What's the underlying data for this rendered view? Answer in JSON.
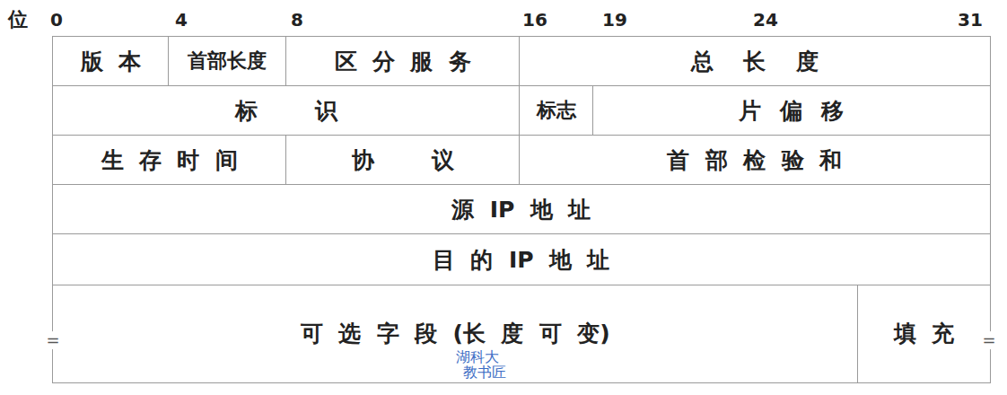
{
  "diagram": {
    "nodes": [
      {
        "text": [
          "版 本"
        ]
      },
      {
        "text": [
          "首部长度"
        ]
      },
      {
        "text": [
          "区 分 服 务"
        ]
      },
      {
        "text": [
          "总 长 度"
        ]
      },
      {
        "text": [
          "标 识"
        ]
      },
      {
        "text": [
          "标志"
        ]
      },
      {
        "text": [
          "片 偏 移"
        ]
      },
      {
        "text": [
          "生 存 时 间"
        ]
      },
      {
        "text": [
          "协 议"
        ]
      },
      {
        "text": [
          "首 部 检 验 和"
        ]
      },
      {
        "text": [
          "源 IP 地 址"
        ]
      },
      {
        "text": [
          "目 的 IP 地 址"
        ]
      },
      {
        "text": [
          "可 选 字 段 (长 度 可 变)"
        ]
      },
      {
        "text": [
          "填 充"
        ]
      }
    ],
    "labels": [
      "位",
      "0",
      "4",
      "8",
      "16",
      "19",
      "24",
      "31",
      "=",
      "=",
      "湖科大",
      "教书匠"
    ]
  }
}
